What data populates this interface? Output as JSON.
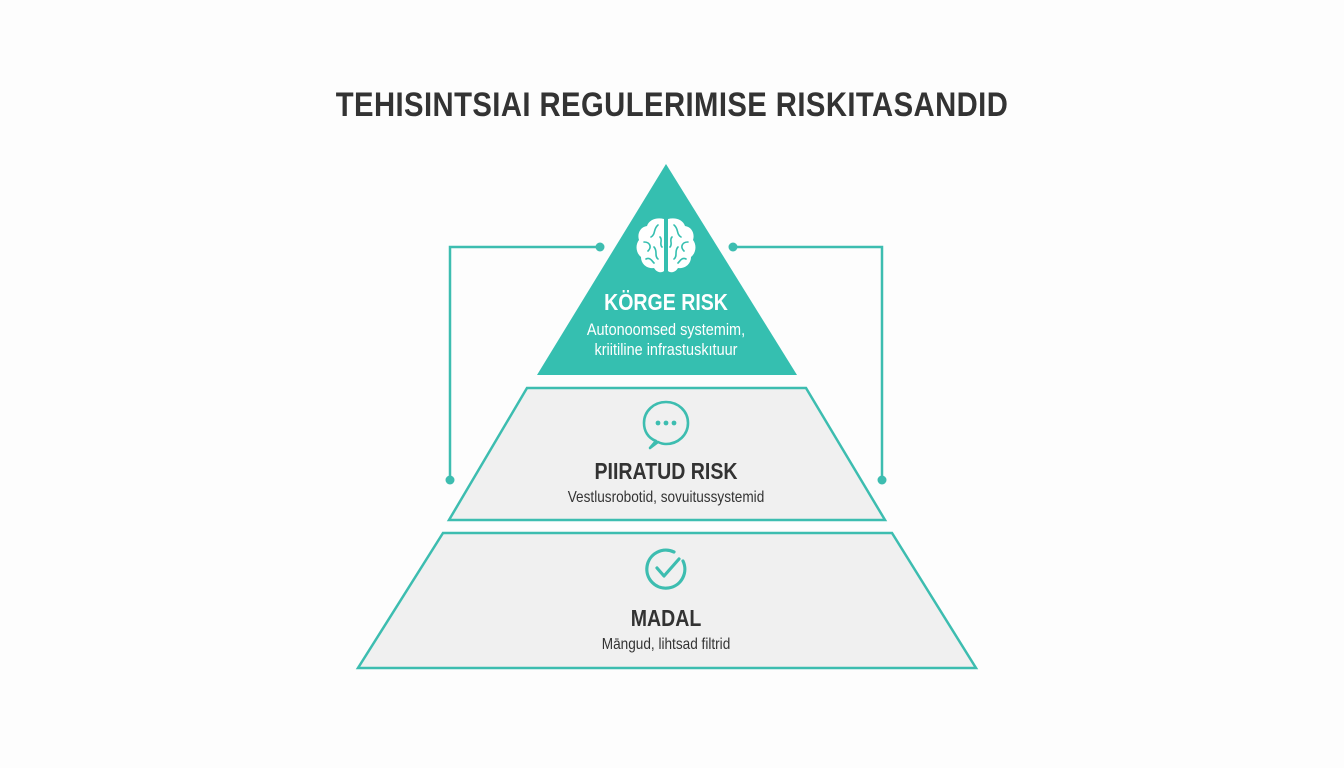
{
  "title": "TEHISINTSIAI REGULERIMISE RISKITASANDID",
  "colors": {
    "accent": "#35bfb0",
    "accent_stroke": "#3dbdb0",
    "tier_fill": "#f0f0f0",
    "text_dark": "#333333",
    "background": "#fdfdfd"
  },
  "tiers": [
    {
      "id": "high",
      "label": "KÖRGE RISK",
      "description_line1": "Autonoomsed systemim,",
      "description_line2": "kriitiline infrastuskıtuur",
      "icon": "brain-icon"
    },
    {
      "id": "limited",
      "label": "PIIRATUD RISK",
      "description": "Vestlusrobotid, sovuitussystemid",
      "icon": "chat-bubble-icon"
    },
    {
      "id": "low",
      "label": "MADAL",
      "description": "Māngud, lihtsad filtrid",
      "icon": "check-circle-icon"
    }
  ],
  "connectors": [
    {
      "side": "left",
      "from": "high",
      "to": "limited"
    },
    {
      "side": "right",
      "from": "high",
      "to": "limited"
    }
  ]
}
